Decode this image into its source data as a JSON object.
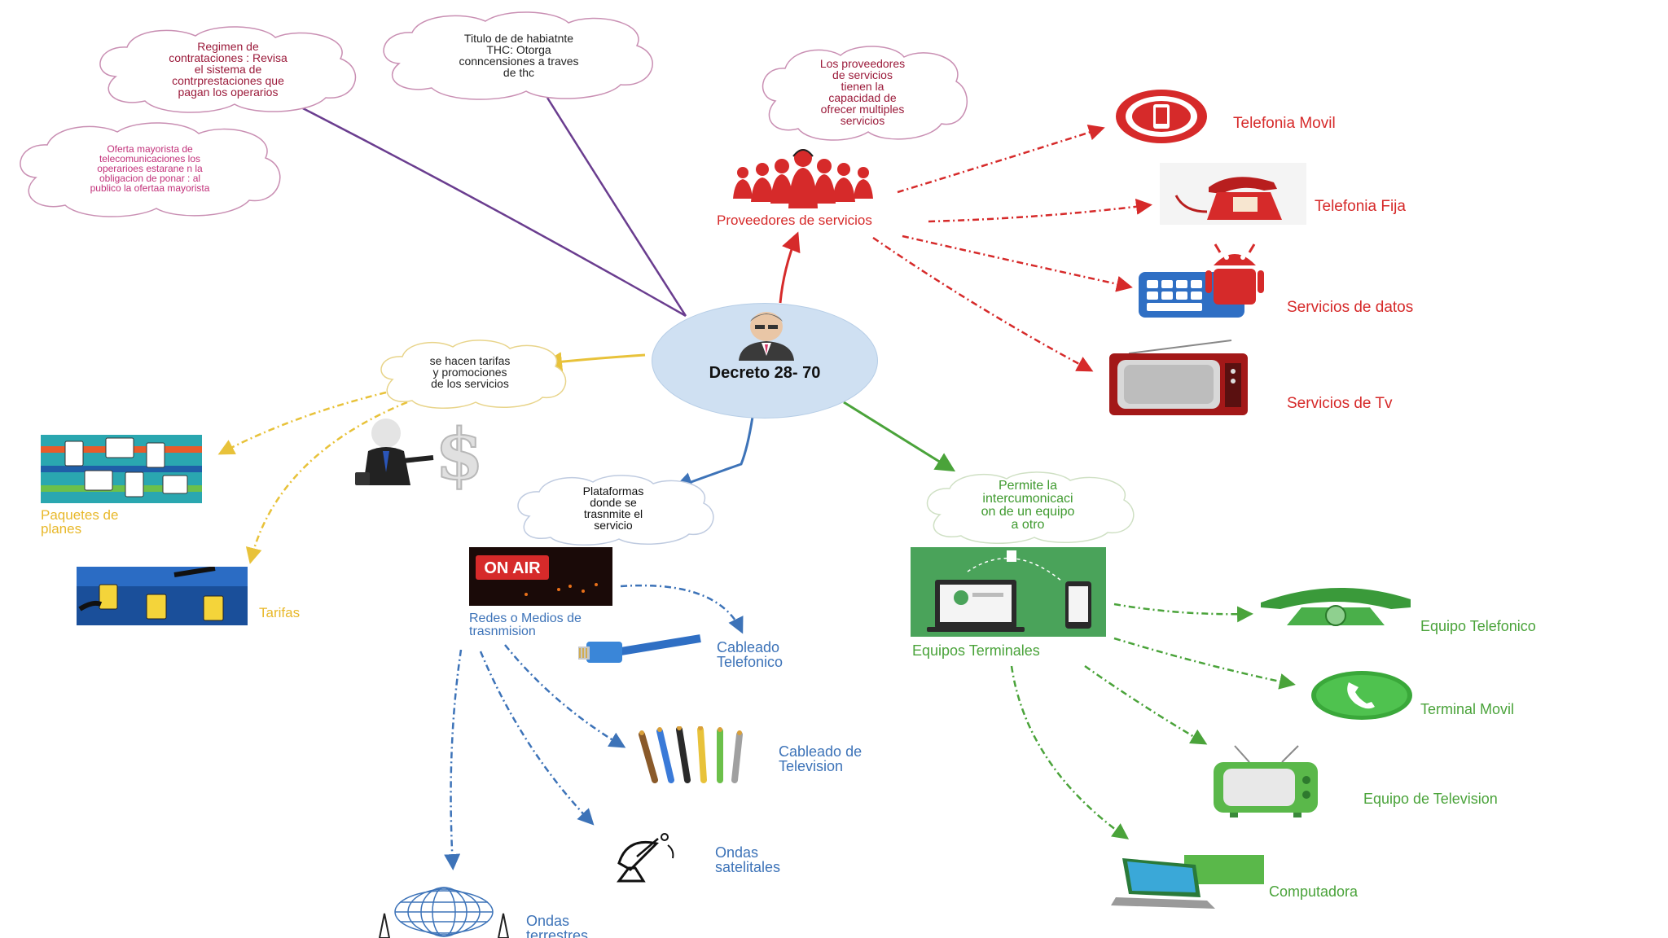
{
  "center": {
    "label": "Decreto  28- 70"
  },
  "clouds": {
    "regimen": "Regimen de\ncontrataciones : Revisa\nel sistema de\ncontrprestaciones  que\npagan los operarios",
    "titulo": "Titulo de de  habiatnte\nTHC:  Otorga\nconncensiones a traves\nde  thc",
    "oferta": "Oferta mayorista de\ntelecomunicaciones  los\noperarioes estarane n la\nobligacion de ponar : al\npublico la  ofertaa mayorista",
    "proveedores_note": "Los proveedores\nde servicios\ntienen la\ncapacidad  de\nofrecer  multiples\nservicios",
    "tarifas_note": "se hacen tarifas\ny promociones\nde los servicios",
    "plataformas": "Plataformas\ndonde se\ntrasnmite el\nservicio",
    "permite": "Permite la\nintercumonicaci\non de un equipo\na otro"
  },
  "proveedores": {
    "label": "Proveedores de servicios",
    "items": [
      "Telefonia Movil",
      "Telefonia Fija",
      "Servicios de datos",
      "Servicios de Tv"
    ]
  },
  "tarifas_branch": {
    "paquetes": "Paquetes de\nplanes",
    "tarifas": "Tarifas"
  },
  "medios": {
    "label": "Redes o Medios de\ntrasnmision",
    "on_air": "ON AIR",
    "items": [
      "Cableado\nTelefonico",
      "Cableado de\nTelevision",
      "Ondas\nsatelitales",
      "Ondas\nterrestres"
    ]
  },
  "equipos": {
    "label": "Equipos Terminales",
    "items": [
      "Equipo Telefonico",
      "Terminal Movil",
      "Equipo de Television",
      "Computadora"
    ]
  },
  "colors": {
    "red": "#d62a2a",
    "blue": "#3d73b8",
    "green": "#4aa33a",
    "purple": "#6a3d8f",
    "yellow": "#e8c23a",
    "center_fill": "#cfe0f2"
  }
}
